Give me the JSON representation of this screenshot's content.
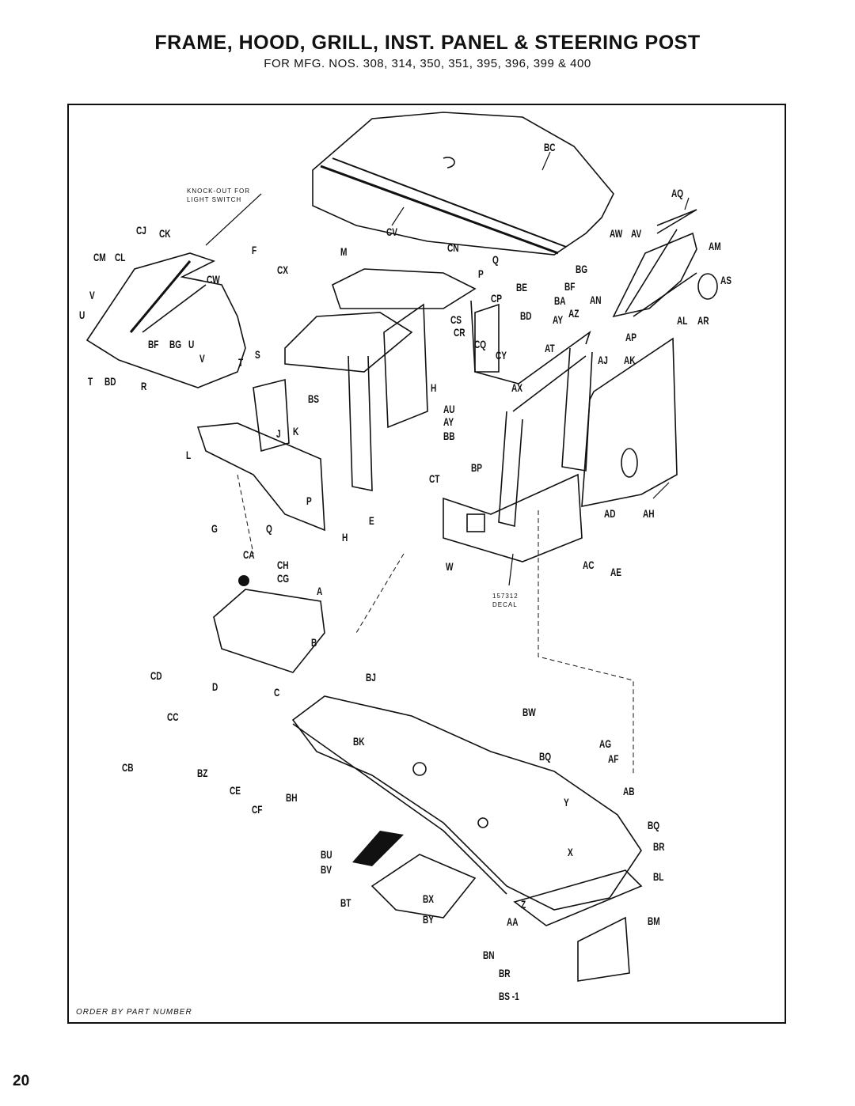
{
  "header": {
    "title": "FRAME, HOOD, GRILL, INST. PANEL & STEERING POST",
    "subtitle": "FOR MFG. NOS. 308, 314, 350, 351, 395, 396, 399 & 400"
  },
  "notes": {
    "knockout_line1": "KNOCK-OUT FOR",
    "knockout_line2": "LIGHT SWITCH",
    "decal_part": "157312",
    "decal_label": "DECAL"
  },
  "footer": {
    "order_note": "ORDER BY PART NUMBER",
    "page_number": "20"
  },
  "callouts": [
    "BC",
    "AQ",
    "AW",
    "AV",
    "AM",
    "AS",
    "AN",
    "AL",
    "AR",
    "AP",
    "AJ",
    "AK",
    "AH",
    "AD",
    "AC",
    "AE",
    "CJ",
    "CK",
    "CM",
    "CL",
    "CW",
    "CX",
    "CV",
    "CN",
    "F",
    "M",
    "Q",
    "BG",
    "P",
    "BE",
    "BF",
    "CP",
    "BA",
    "AZ",
    "BD",
    "CS",
    "AY",
    "CR",
    "CQ",
    "CY",
    "AT",
    "V",
    "U",
    "BF",
    "BG",
    "T",
    "BD",
    "R",
    "S",
    "H",
    "AX",
    "BS",
    "J",
    "K",
    "AU",
    "AY",
    "BB",
    "BP",
    "CT",
    "L",
    "P",
    "G",
    "Q",
    "E",
    "H",
    "W",
    "CA",
    "CH",
    "CG",
    "A",
    "B",
    "BJ",
    "CD",
    "D",
    "C",
    "CC",
    "CB",
    "BZ",
    "CE",
    "CF",
    "BH",
    "BK",
    "BW",
    "AG",
    "BQ",
    "AF",
    "AB",
    "Y",
    "BQ",
    "BR",
    "X",
    "BL",
    "BU",
    "BV",
    "BT",
    "BX",
    "BY",
    "Z",
    "AA",
    "BM",
    "BN",
    "BR",
    "BS -1",
    "V",
    "U",
    "T"
  ]
}
